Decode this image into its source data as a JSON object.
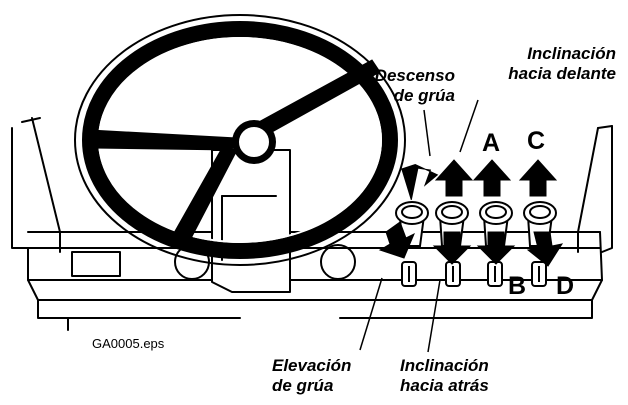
{
  "figure": {
    "file_label": "GA0005.eps",
    "labels": {
      "descenso_line1": "Descenso",
      "descenso_line2": "de grúa",
      "incl_adelante_line1": "Inclinación",
      "incl_adelante_line2": "hacia delante",
      "elevacion_line1": "Elevación",
      "elevacion_line2": "de grúa",
      "incl_atras_line1": "Inclinación",
      "incl_atras_line2": "hacia atrás"
    },
    "letters": {
      "a": "A",
      "b": "B",
      "c": "C",
      "d": "D"
    },
    "colors": {
      "ink": "#000000",
      "paper": "#ffffff"
    }
  }
}
